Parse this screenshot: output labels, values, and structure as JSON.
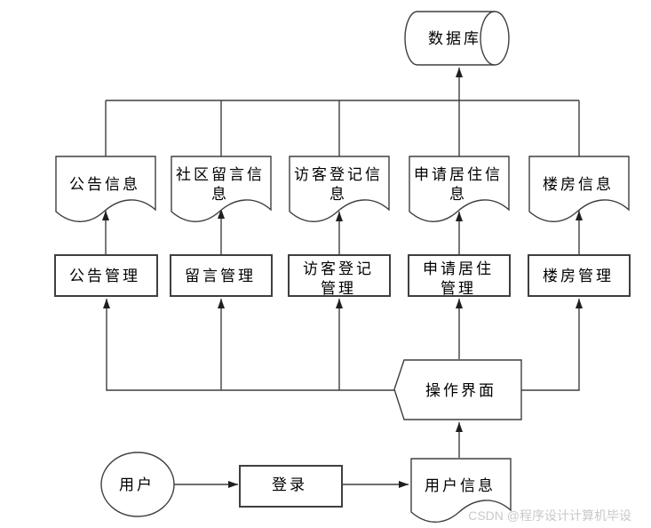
{
  "colors": {
    "background": "#ffffff",
    "line_stroke": "#3f3f3f",
    "arrowhead": "#1f1f1f",
    "text": "#000000",
    "watermark": "#c9c9c9"
  },
  "nodes": {
    "database": {
      "label": "数据库"
    },
    "info_docs": [
      {
        "name": "announcement-info",
        "line1": "公告信息",
        "line2": ""
      },
      {
        "name": "community-message-info",
        "line1": "社区留言信",
        "line2": "息"
      },
      {
        "name": "visitor-register-info",
        "line1": "访客登记信",
        "line2": "息"
      },
      {
        "name": "residence-apply-info",
        "line1": "申请居住信",
        "line2": "息"
      },
      {
        "name": "building-info",
        "line1": "楼房信息",
        "line2": ""
      }
    ],
    "managers": [
      {
        "name": "announcement-management",
        "line1": "公告管理",
        "line2": ""
      },
      {
        "name": "message-management",
        "line1": "留言管理",
        "line2": ""
      },
      {
        "name": "visitor-register-management",
        "line1": "访客登记",
        "line2": "管理"
      },
      {
        "name": "residence-apply-management",
        "line1": "申请居住",
        "line2": "管理"
      },
      {
        "name": "building-management",
        "line1": "楼房管理",
        "line2": ""
      }
    ],
    "interface": {
      "label": "操作界面"
    },
    "user": {
      "label": "用户"
    },
    "login": {
      "label": "登录"
    },
    "user_info": {
      "label": "用户信息"
    }
  },
  "watermark": "CSDN @程序设计计算机毕设"
}
